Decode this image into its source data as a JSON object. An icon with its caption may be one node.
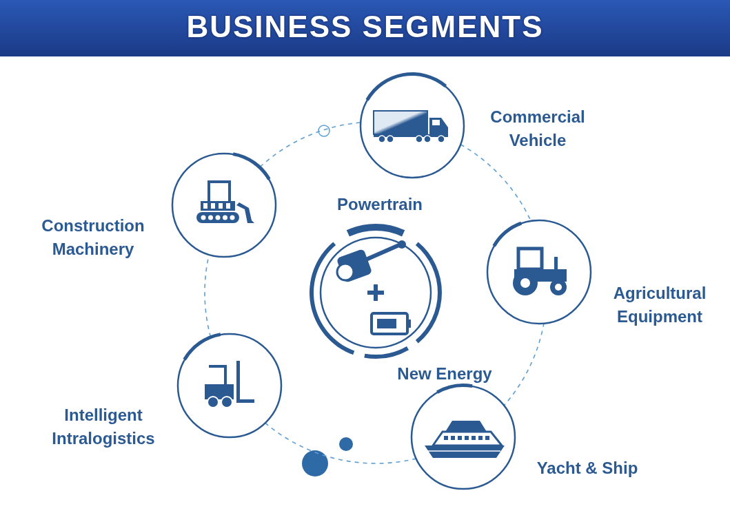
{
  "diagram": {
    "title": "BUSINESS SEGMENTS",
    "nodes": [
      {
        "text": [
          "Commercial Vehicle"
        ]
      },
      {
        "text": [
          "Construction Machinery"
        ]
      },
      {
        "text": [
          "Powertrain",
          "New Energy"
        ]
      },
      {
        "text": [
          "Agricultural Equipment"
        ]
      },
      {
        "text": [
          "Intelligent Intralogistics"
        ]
      },
      {
        "text": [
          "Yacht & Ship"
        ]
      }
    ],
    "edges": [
      {
        "from": 0,
        "to": 3,
        "arrow": "none",
        "style": "dashed"
      },
      {
        "from": 3,
        "to": 5,
        "arrow": "none",
        "style": "dashed"
      },
      {
        "from": 5,
        "to": 4,
        "arrow": "none",
        "style": "dashed"
      },
      {
        "from": 4,
        "to": 1,
        "arrow": "none",
        "style": "dashed"
      },
      {
        "from": 1,
        "to": 0,
        "arrow": "none",
        "style": "dashed"
      }
    ]
  }
}
